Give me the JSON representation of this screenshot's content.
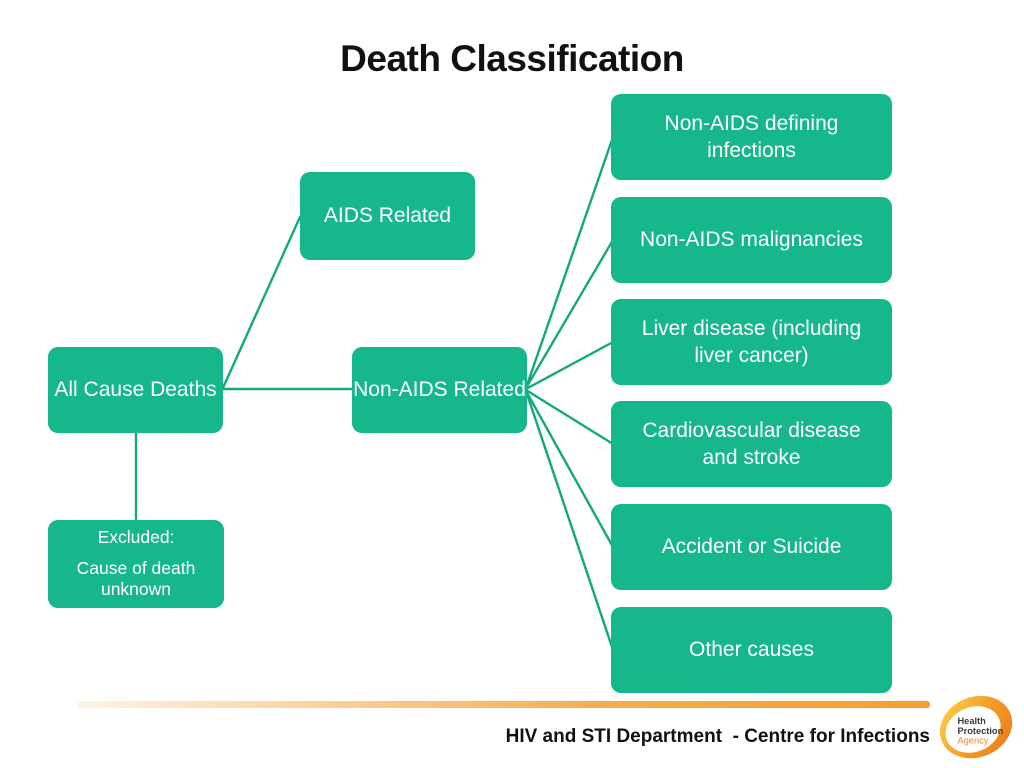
{
  "slide": {
    "title": "Death Classification"
  },
  "colors": {
    "node_green": "#16b78b",
    "connector_green": "#13a87e",
    "bar_orange": "#f59f2f",
    "logo_orange": "#f08021",
    "text_white": "#ffffff",
    "text_black": "#111111"
  },
  "nodes": {
    "all_cause": {
      "label": "All Cause Deaths"
    },
    "aids_related": {
      "label": "AIDS Related"
    },
    "non_aids_related": {
      "label": "Non-AIDS Related"
    },
    "excluded": {
      "line1": "Excluded:",
      "line2": "Cause of death unknown"
    },
    "outcomes": [
      {
        "label": "Non-AIDS defining infections"
      },
      {
        "label": "Non-AIDS malignancies"
      },
      {
        "label": "Liver disease (including liver cancer)"
      },
      {
        "label": "Cardiovascular disease and stroke"
      },
      {
        "label": "Accident or Suicide"
      },
      {
        "label": "Other causes"
      }
    ]
  },
  "footer": {
    "department": "HIV and STI Department  - Centre for Infections",
    "logo": {
      "line1": "Health",
      "line2": "Protection",
      "line3": "Agency"
    }
  }
}
